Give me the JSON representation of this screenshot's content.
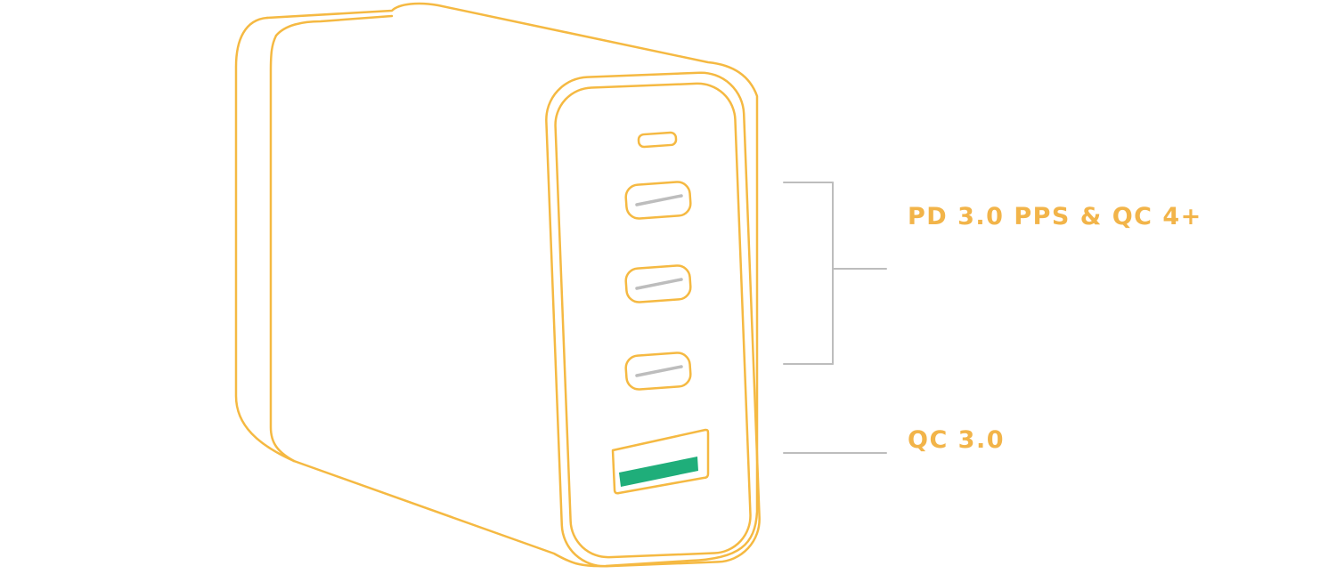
{
  "colors": {
    "outline": "#F5B942",
    "leader": "#BDBDBD",
    "usb_a_insert": "#1FAE7A",
    "label": "#F2B449",
    "background": "#FFFFFF"
  },
  "charger": {
    "ports": [
      {
        "type": "led-indicator",
        "icon": "led-indicator-icon"
      },
      {
        "type": "usb-c",
        "icon": "usb-c-port-icon"
      },
      {
        "type": "usb-c",
        "icon": "usb-c-port-icon"
      },
      {
        "type": "usb-c",
        "icon": "usb-c-port-icon"
      },
      {
        "type": "usb-a",
        "icon": "usb-a-port-icon"
      }
    ]
  },
  "callouts": {
    "pd": {
      "label": "PD 3.0 PPS & QC 4+"
    },
    "qc3": {
      "label": "QC 3.0"
    }
  }
}
